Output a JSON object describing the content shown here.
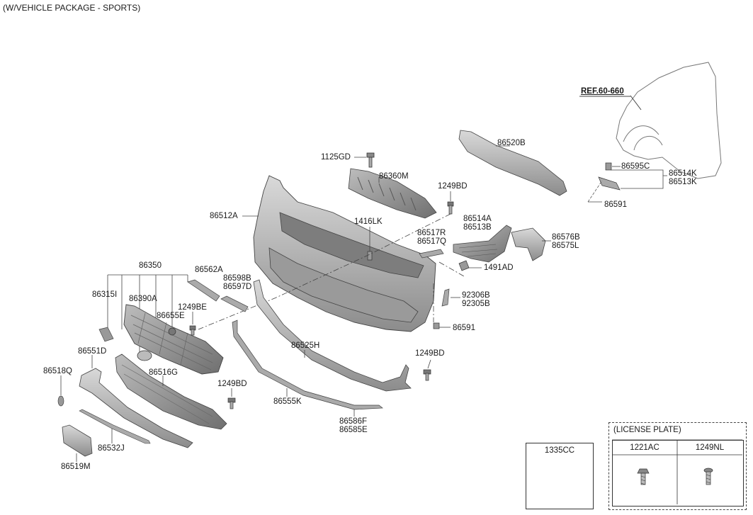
{
  "header": {
    "package_note": "(W/VEHICLE PACKAGE - SPORTS)"
  },
  "reference": {
    "label": "REF.60-660"
  },
  "parts": {
    "p86520B": "86520B",
    "p1125GD": "1125GD",
    "p86360M": "86360M",
    "p1249BD_top": "1249BD",
    "p86512A": "86512A",
    "p1416LK": "1416LK",
    "p86514A": "86514A",
    "p86513B": "86513B",
    "p86517R": "86517R",
    "p86517Q": "86517Q",
    "p86576B": "86576B",
    "p86575L": "86575L",
    "p1491AD": "1491AD",
    "p86595C": "86595C",
    "p86514K": "86514K",
    "p86513K": "86513K",
    "p86591_top": "86591",
    "p86350": "86350",
    "p86562A": "86562A",
    "p86598B": "86598B",
    "p86597D": "86597D",
    "p86315I": "86315I",
    "p86390A": "86390A",
    "p86655E": "86655E",
    "p1249BE": "1249BE",
    "p92306B": "92306B",
    "p92305B": "92305B",
    "p86591_mid": "86591",
    "p86525H": "86525H",
    "p1249BD_right": "1249BD",
    "p86551D": "86551D",
    "p86516G": "86516G",
    "p86518Q": "86518Q",
    "p1249BD_low": "1249BD",
    "p86555K": "86555K",
    "p86586F": "86586F",
    "p86585E": "86585E",
    "p86532J": "86532J",
    "p86519M": "86519M"
  },
  "hardware_box": {
    "label": "1335CC"
  },
  "license_plate": {
    "title": "(LICENSE PLATE)",
    "col1": "1221AC",
    "col2": "1249NL"
  }
}
